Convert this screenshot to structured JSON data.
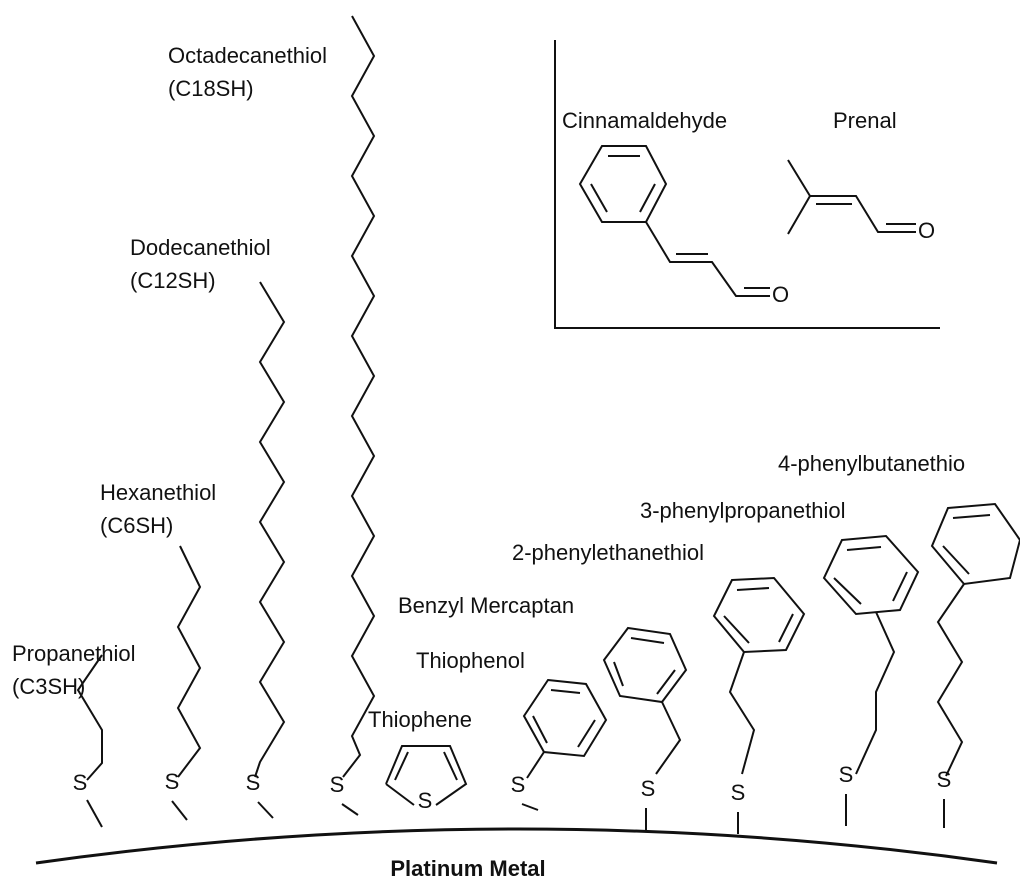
{
  "labels": {
    "octadecanethiol": "Octadecanethiol",
    "c18sh": "(C18SH)",
    "dodecanethiol": "Dodecanethiol",
    "c12sh": "(C12SH)",
    "hexanethiol": "Hexanethiol",
    "c6sh": "(C6SH)",
    "propanethiol": "Propanethiol",
    "c3sh": "(C3SH)",
    "thiophene": "Thiophene",
    "thiophenol": "Thiophenol",
    "benzyl_mercaptan": "Benzyl Mercaptan",
    "phenylethanethiol": "2-phenylethanethiol",
    "phenylpropanethiol": "3-phenylpropanethiol",
    "phenylbutanethiol": "4-phenylbutanethio",
    "cinnamaldehyde": "Cinnamaldehyde",
    "prenal": "Prenal",
    "platinum_metal": "Platinum Metal"
  },
  "atoms": {
    "sulfur": "S",
    "oxygen": "O"
  }
}
